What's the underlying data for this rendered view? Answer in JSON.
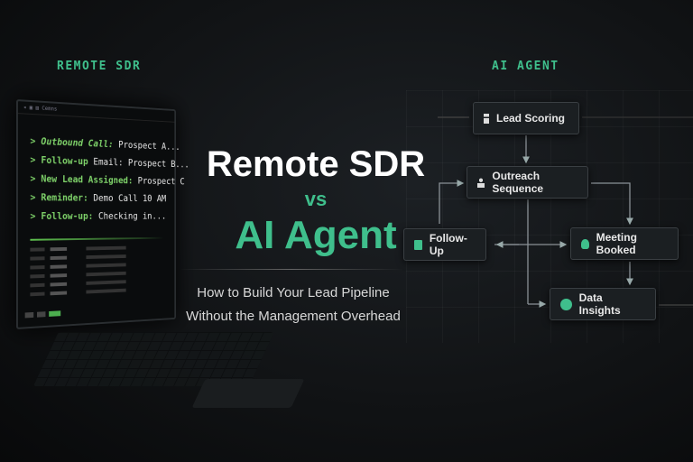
{
  "left_label": "REMOTE SDR",
  "right_label": "AI AGENT",
  "monitor": {
    "window_title": "Cemns",
    "lines": [
      {
        "key": "Outbound Call:",
        "value": "Prospect A..."
      },
      {
        "key": "Follow-up",
        "value": "Email: Prospect B..."
      },
      {
        "key": "New Lead Assigned:",
        "value": "Prospect C"
      },
      {
        "key": "Reminder:",
        "value": "Demo Call 10 AM"
      },
      {
        "key": "Follow-up:",
        "value": "Checking in..."
      }
    ]
  },
  "headline": {
    "line1": "Remote SDR",
    "vs": "vs",
    "line2": "AI Agent"
  },
  "subtitle": {
    "line1": "How to Build Your Lead Pipeline",
    "line2": "Without the Management Overhead"
  },
  "flow": {
    "nodes": [
      {
        "label": "Lead Scoring",
        "icon": "bar-icon"
      },
      {
        "label": "Outreach Sequence",
        "icon": "person-icon"
      },
      {
        "label": "Follow-Up",
        "icon": "inbox-icon"
      },
      {
        "label": "Meeting Booked",
        "icon": "cloud-icon"
      },
      {
        "label": "Data Insights",
        "icon": "pie-icon"
      }
    ]
  },
  "colors": {
    "accent": "#3fbf8c",
    "terminal_green": "#7fd36a",
    "background": "#111315"
  }
}
